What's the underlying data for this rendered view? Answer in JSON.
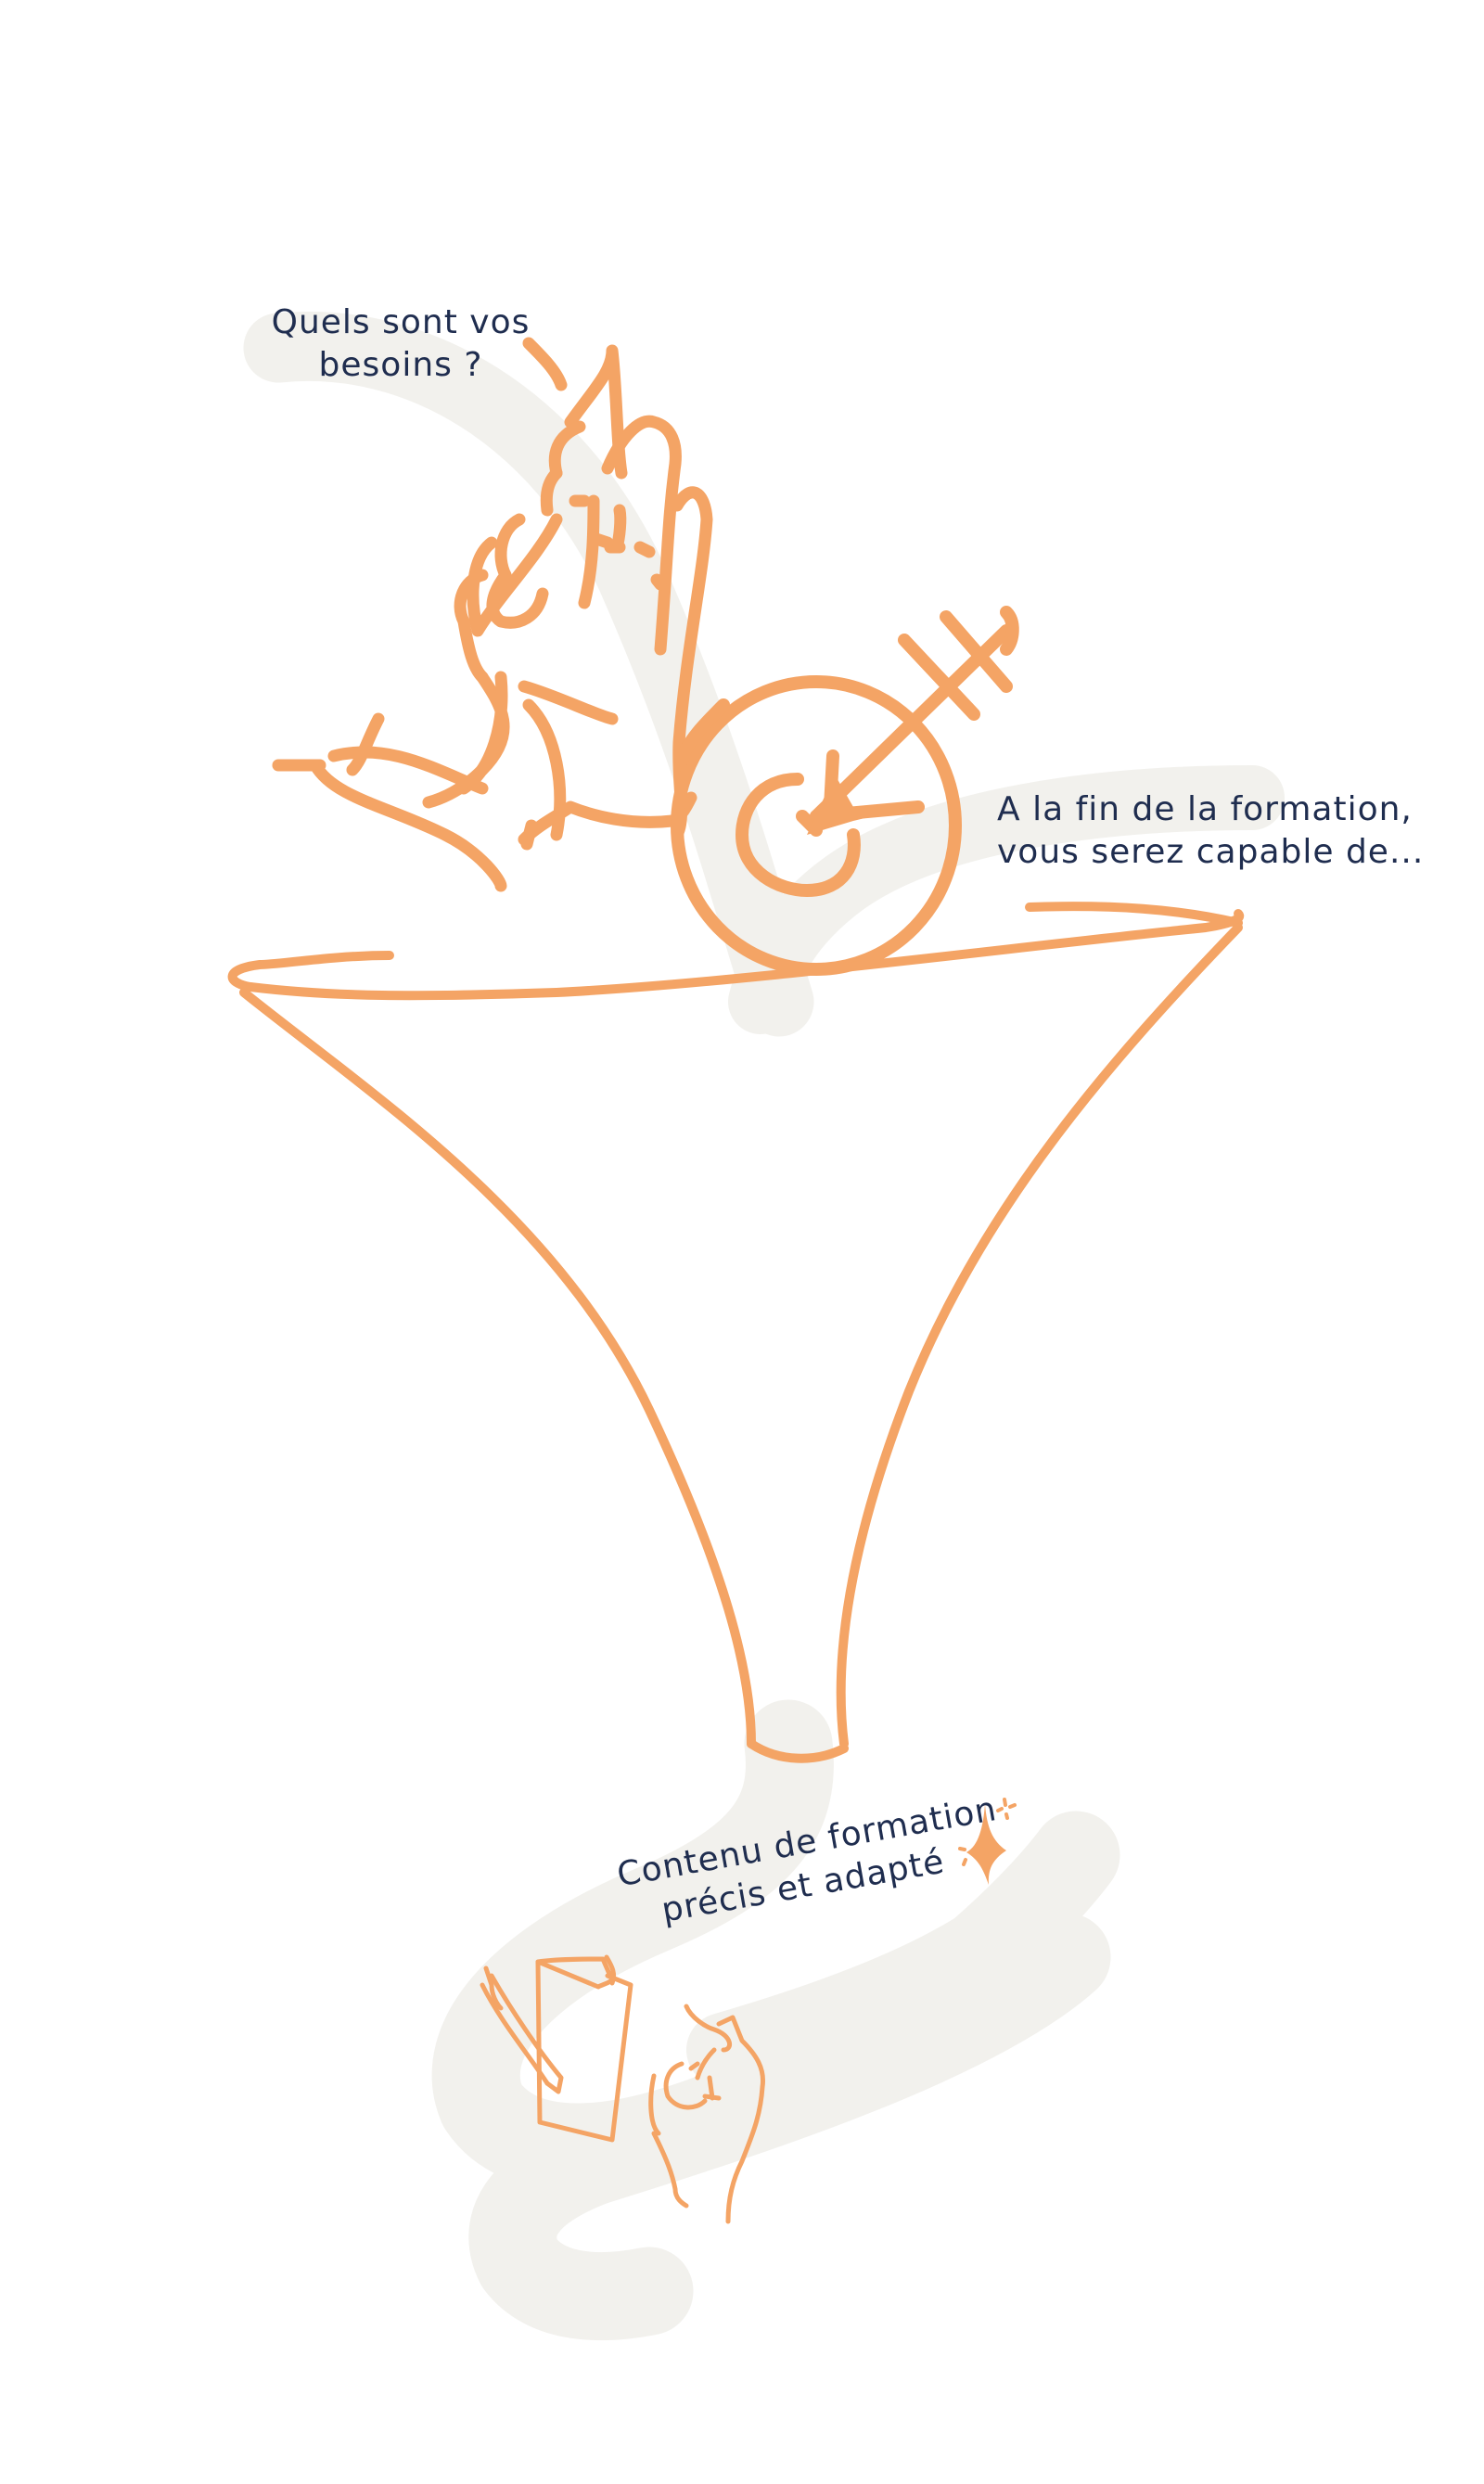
{
  "illustration": {
    "title": "Entonnoir de conception de formation",
    "colors": {
      "stroke_orange": "#f4a465",
      "ribbon_grey": "#f2f1ed",
      "text_navy": "#1f2d4f",
      "background": "#ffffff"
    },
    "labels": {
      "needs": {
        "line1": "Quels sont vos",
        "line2": "besoins ?"
      },
      "goal": {
        "line1": "A la fin de la formation,",
        "line2": "vous serez capable de..."
      },
      "content": {
        "line1": "Contenu de formation",
        "line2": "précis et adapté"
      }
    },
    "icons": [
      "listening-ear-hand-icon",
      "target-arrow-icon",
      "funnel-icon",
      "sparkle-icon",
      "paper-pen-icon",
      "ok-hand-icon"
    ]
  }
}
